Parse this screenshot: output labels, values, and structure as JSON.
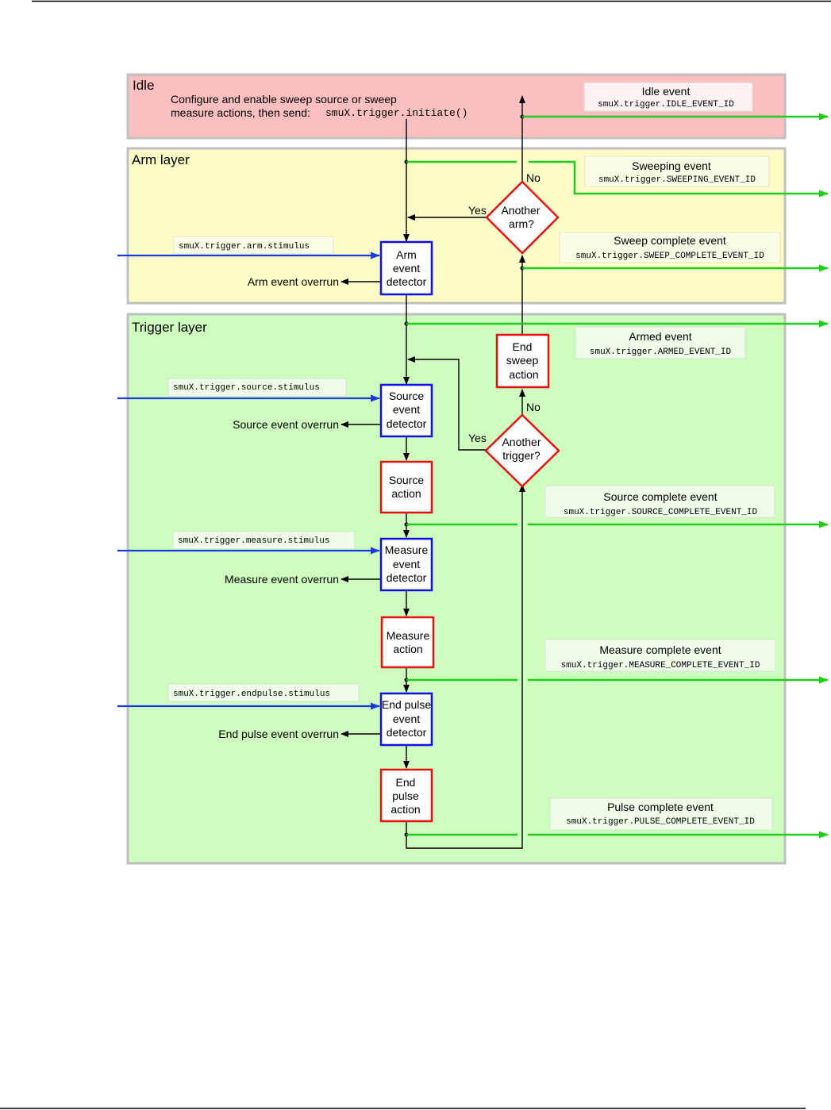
{
  "layers": {
    "idle": {
      "title": "Idle",
      "instruction_line1": "Configure and enable sweep source or sweep",
      "instruction_line2": "measure actions, then send:",
      "initiate_cmd": "smuX.trigger.initiate()"
    },
    "arm": {
      "title": "Arm layer"
    },
    "trigger": {
      "title": "Trigger layer"
    }
  },
  "events": {
    "idle": {
      "name": "Idle event",
      "id": "smuX.trigger.IDLE_EVENT_ID"
    },
    "sweeping": {
      "name": "Sweeping event",
      "id": "smuX.trigger.SWEEPING_EVENT_ID"
    },
    "sweep_complete": {
      "name": "Sweep complete event",
      "id": "smuX.trigger.SWEEP_COMPLETE_EVENT_ID"
    },
    "armed": {
      "name": "Armed event",
      "id": "smuX.trigger.ARMED_EVENT_ID"
    },
    "source_complete": {
      "name": "Source complete event",
      "id": "smuX.trigger.SOURCE_COMPLETE_EVENT_ID"
    },
    "measure_complete": {
      "name": "Measure complete event",
      "id": "smuX.trigger.MEASURE_COMPLETE_EVENT_ID"
    },
    "pulse_complete": {
      "name": "Pulse complete event",
      "id": "smuX.trigger.PULSE_COMPLETE_EVENT_ID"
    }
  },
  "stimuli": {
    "arm": "smuX.trigger.arm.stimulus",
    "source": "smuX.trigger.source.stimulus",
    "measure": "smuX.trigger.measure.stimulus",
    "endpulse": "smuX.trigger.endpulse.stimulus"
  },
  "detectors": {
    "arm": [
      "Arm",
      "event",
      "detector"
    ],
    "source": [
      "Source",
      "event",
      "detector"
    ],
    "measure": [
      "Measure",
      "event",
      "detector"
    ],
    "endpulse": [
      "End pulse",
      "event",
      "detector"
    ]
  },
  "actions": {
    "source": [
      "Source",
      "action"
    ],
    "measure": [
      "Measure",
      "action"
    ],
    "endpulse": [
      "End",
      "pulse",
      "action"
    ],
    "endsweep": [
      "End",
      "sweep",
      "action"
    ]
  },
  "decisions": {
    "another_arm": [
      "Another",
      "arm?"
    ],
    "another_trigger": [
      "Another",
      "trigger?"
    ],
    "yes": "Yes",
    "no": "No"
  },
  "overruns": {
    "arm": "Arm event overrun",
    "source": "Source event overrun",
    "measure": "Measure event overrun",
    "endpulse": "End pulse event overrun"
  },
  "colors": {
    "idle_bg": "#fcbfbf",
    "arm_bg": "#fbfcc8",
    "trigger_bg": "#cffcbf",
    "detector_border": "#1010e6",
    "action_border": "#e61010",
    "stimulus_line": "#1a3ce6",
    "event_line": "#22cc1a"
  }
}
